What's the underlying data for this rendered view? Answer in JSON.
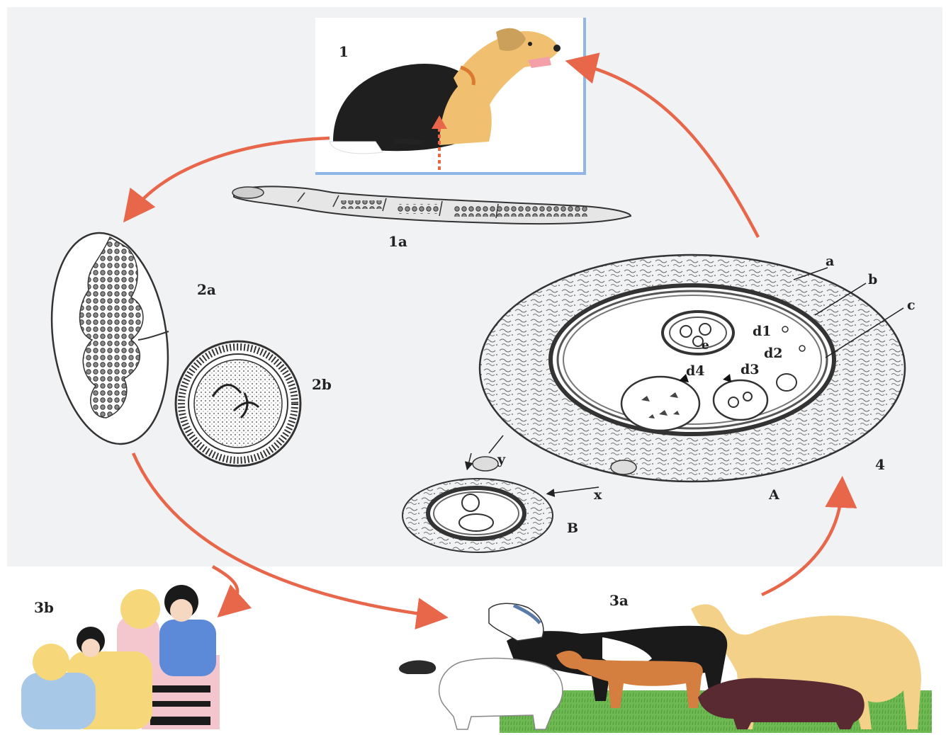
{
  "labels": {
    "dog": "1",
    "adult_worm": "1a",
    "proglottid": "2a",
    "egg": "2b",
    "intermediate_animals": "3a",
    "humans": "3b",
    "hydatid_stage": "4",
    "cyst_a": "A",
    "cyst_b": "B",
    "layer_a": "a",
    "layer_b": "b",
    "layer_c": "c",
    "d1": "d1",
    "d2": "d2",
    "d3": "d3",
    "d4": "d4",
    "e": "e",
    "x": "x",
    "y": "y"
  },
  "colors": {
    "arrow": "#e8664a",
    "drawing": "#3a3a3a",
    "frame": "#8fb6e6",
    "panel": "#f1f2f4"
  }
}
